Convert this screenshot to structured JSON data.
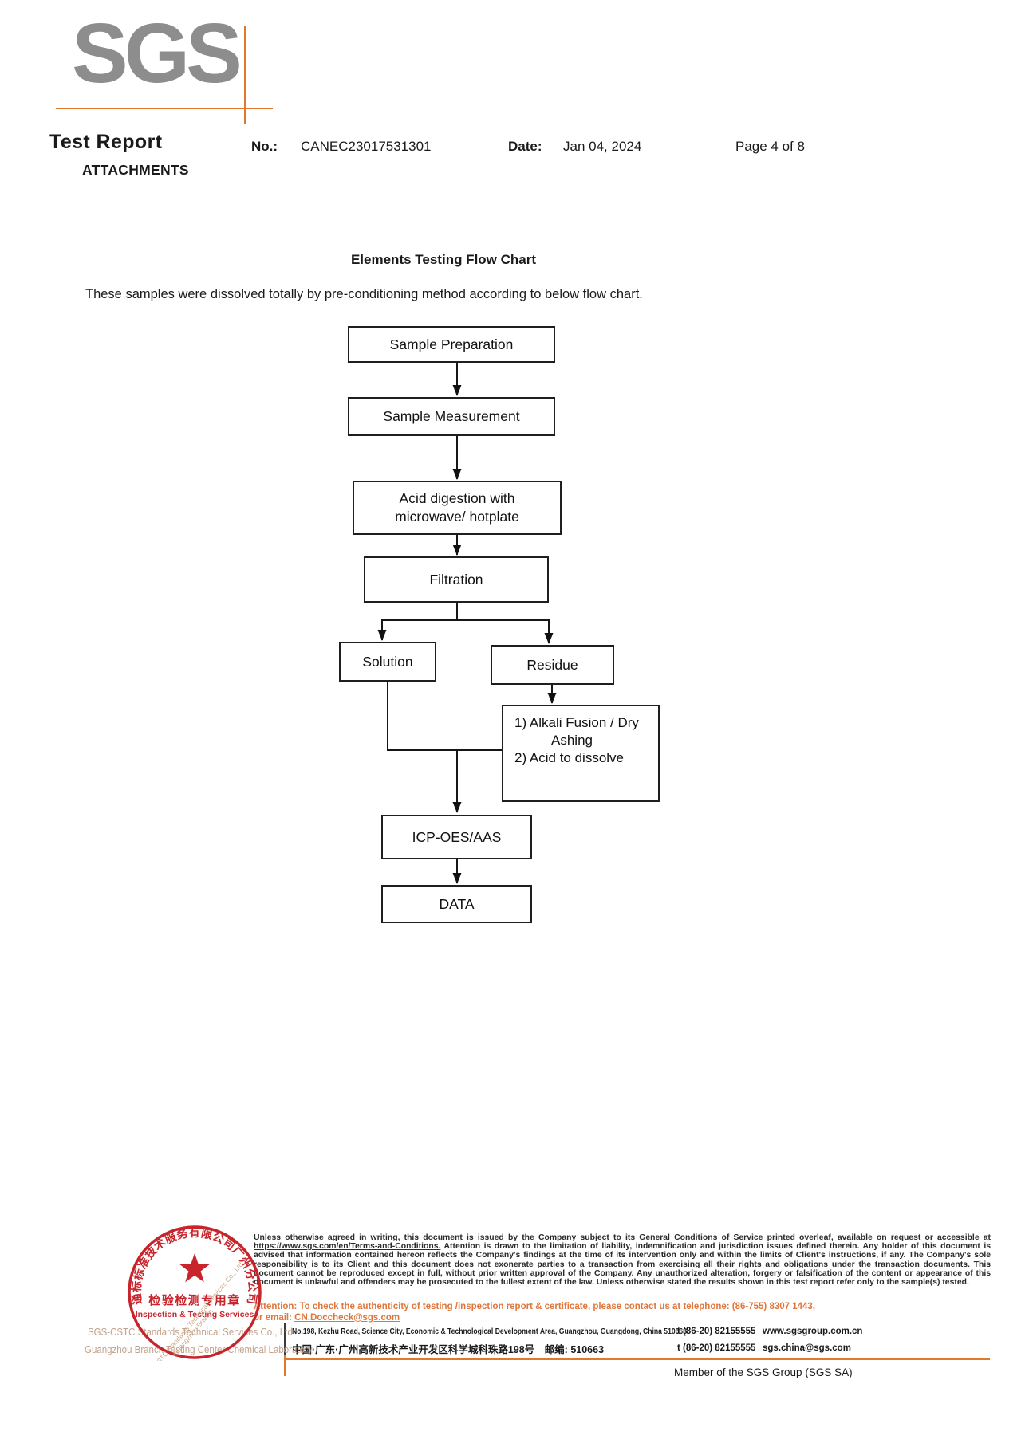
{
  "header": {
    "logo_text": "SGS",
    "title": "Test Report",
    "no_label": "No.:",
    "no_value": "CANEC23017531301",
    "date_label": "Date:",
    "date_value": "Jan 04, 2024",
    "page_label": "Page 4 of 8",
    "attachments_label": "ATTACHMENTS"
  },
  "content": {
    "chart_title": "Elements Testing Flow Chart",
    "intro": "These samples were dissolved totally by pre-conditioning method according to below flow chart."
  },
  "flow": {
    "prep": "Sample Preparation",
    "measure": "Sample Measurement",
    "acid_line1": "Acid digestion with",
    "acid_line2": "microwave/ hotplate",
    "filtration": "Filtration",
    "solution": "Solution",
    "residue": "Residue",
    "alkali_line1": "1) Alkali Fusion / Dry",
    "alkali_line2": "Ashing",
    "alkali_line3": "2) Acid to dissolve",
    "icp": "ICP-OES/AAS",
    "data": "DATA"
  },
  "stamp": {
    "arc_text": "通标标准技术服务有限公司广州分公司",
    "center_cn": "检验检测专用章",
    "center_en": "Inspection & Testing Services",
    "diag_text1": "SGS-CSTC Standards Technical Services Co., Ltd",
    "diag_text2": "Guangzhou Branch",
    "bg_line1": "SGS-CSTC Standards Technical Services Co., Ltd.",
    "bg_line2": "Guangzhou Branch Testing Center Chemical Laboratory."
  },
  "footer": {
    "legal_pre": "Unless otherwise agreed in writing, this document is issued by the Company subject to its General Conditions of Service printed overleaf, available on request or accessible at ",
    "legal_url": "https://www.sgs.com/en/Terms-and-Conditions.",
    "legal_post": " Attention is drawn to the limitation of liability, indemnification and jurisdiction issues defined therein. Any holder of this document is advised that information contained hereon reflects the Company's findings at the time of its intervention only and within the limits of Client's instructions, if any. The Company's sole responsibility is to its Client and this document does not exonerate parties to a transaction from exercising all their rights and obligations under the transaction documents. This document cannot be reproduced except in full, without prior written approval of the Company. Any unauthorized alteration, forgery or falsification of the content or appearance of this document is unlawful and offenders may be prosecuted to the fullest extent of the law. Unless otherwise stated the results shown in this test report refer only to the sample(s) tested.",
    "attention_line1": "Attention: To check the authenticity of testing /inspection report & certificate, please contact us at telephone: (86-755) 8307 1443,",
    "attention_line2_pre": "or email: ",
    "attention_email": "CN.Doccheck@sgs.com",
    "address_en": "No.198, Kezhu Road, Science City, Economic & Technological Development Area, Guangzhou, Guangdong, China 510663",
    "address_cn": "中国·广东·广州高新技术产业开发区科学城科珠路198号　邮编: 510663",
    "tel1": "t (86-20) 82155555",
    "tel2": "t (86-20) 82155555",
    "web": "www.sgsgroup.com.cn",
    "email": "sgs.china@sgs.com",
    "member": "Member of the SGS Group (SGS SA)"
  },
  "colors": {
    "logo_gray": "#8d8d8d",
    "accent_orange": "#e0792c",
    "stamp_red": "#c8242b",
    "attention_orange": "#e0763a"
  }
}
